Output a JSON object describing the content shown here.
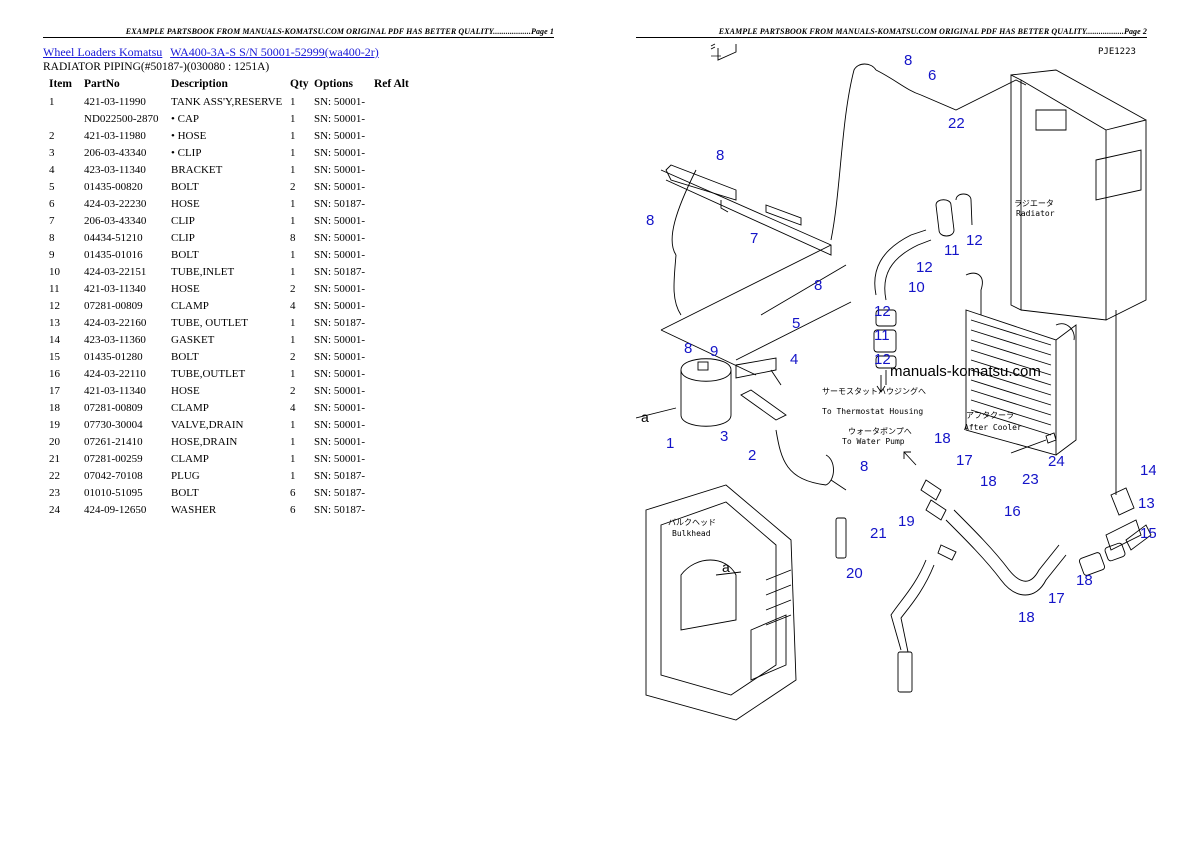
{
  "page1_header": "EXAMPLE PARTSBOOK FROM MANUALS-KOMATSU.COM ORIGINAL PDF HAS BETTER QUALITY..................Page 1",
  "page2_header": "EXAMPLE PARTSBOOK FROM MANUALS-KOMATSU.COM ORIGINAL PDF HAS BETTER QUALITY..................Page 2",
  "breadcrumb": {
    "link1": "Wheel Loaders Komatsu",
    "link2": "WA400-3A-S S/N 50001-52999(wa400-2r)"
  },
  "section_title": "RADIATOR PIPING(#50187-)(030080 : 1251A)",
  "table": {
    "headers": [
      "Item",
      "PartNo",
      "Description",
      "Qty",
      "Options",
      "Ref Alt"
    ],
    "rows": [
      [
        "1",
        "421-03-11990",
        "TANK ASS'Y,RESERVE",
        "1",
        "SN: 50001-"
      ],
      [
        "",
        "ND022500-2870",
        "• CAP",
        "1",
        "SN: 50001-"
      ],
      [
        "2",
        "421-03-11980",
        "• HOSE",
        "1",
        "SN: 50001-"
      ],
      [
        "3",
        "206-03-43340",
        "• CLIP",
        "1",
        "SN: 50001-"
      ],
      [
        "4",
        "423-03-11340",
        "BRACKET",
        "1",
        "SN: 50001-"
      ],
      [
        "5",
        "01435-00820",
        "BOLT",
        "2",
        "SN: 50001-"
      ],
      [
        "6",
        "424-03-22230",
        "HOSE",
        "1",
        "SN: 50187-"
      ],
      [
        "7",
        "206-03-43340",
        "CLIP",
        "1",
        "SN: 50001-"
      ],
      [
        "8",
        "04434-51210",
        "CLIP",
        "8",
        "SN: 50001-"
      ],
      [
        "9",
        "01435-01016",
        "BOLT",
        "1",
        "SN: 50001-"
      ],
      [
        "10",
        "424-03-22151",
        "TUBE,INLET",
        "1",
        "SN: 50187-"
      ],
      [
        "11",
        "421-03-11340",
        "HOSE",
        "2",
        "SN: 50001-"
      ],
      [
        "12",
        "07281-00809",
        "CLAMP",
        "4",
        "SN: 50001-"
      ],
      [
        "13",
        "424-03-22160",
        "TUBE, OUTLET",
        "1",
        "SN: 50187-"
      ],
      [
        "14",
        "423-03-11360",
        "GASKET",
        "1",
        "SN: 50001-"
      ],
      [
        "15",
        "01435-01280",
        "BOLT",
        "2",
        "SN: 50001-"
      ],
      [
        "16",
        "424-03-22110",
        "TUBE,OUTLET",
        "1",
        "SN: 50001-"
      ],
      [
        "17",
        "421-03-11340",
        "HOSE",
        "2",
        "SN: 50001-"
      ],
      [
        "18",
        "07281-00809",
        "CLAMP",
        "4",
        "SN: 50001-"
      ],
      [
        "19",
        "07730-30004",
        "VALVE,DRAIN",
        "1",
        "SN: 50001-"
      ],
      [
        "20",
        "07261-21410",
        "HOSE,DRAIN",
        "1",
        "SN: 50001-"
      ],
      [
        "21",
        "07281-00259",
        "CLAMP",
        "1",
        "SN: 50001-"
      ],
      [
        "22",
        "07042-70108",
        "PLUG",
        "1",
        "SN: 50187-"
      ],
      [
        "23",
        "01010-51095",
        "BOLT",
        "6",
        "SN: 50187-"
      ],
      [
        "24",
        "424-09-12650",
        "WASHER",
        "6",
        "SN: 50187-"
      ]
    ]
  },
  "diagram": {
    "code": "PJE1223",
    "watermark": "manuals-komatsu.com",
    "jp_radiator": "ラジエータ",
    "radiator": "Radiator",
    "jp_thermostat": "サーモスタットハウジングへ",
    "to_thermostat": "To Thermostat Housing",
    "jp_water_pump": "ウォータポンプへ",
    "to_water_pump": "To Water Pump",
    "jp_aftercooler": "アフタクーラ",
    "after_cooler": "After Cooler",
    "jp_bulkhead": "バルクヘッド",
    "bulkhead": "Bulkhead",
    "view_a": "a",
    "callouts": [
      "8",
      "6",
      "8",
      "22",
      "8",
      "7",
      "11",
      "12",
      "12",
      "10",
      "8",
      "5",
      "12",
      "11",
      "12",
      "8",
      "9",
      "4",
      "1",
      "3",
      "2",
      "18",
      "17",
      "23",
      "24",
      "14",
      "8",
      "18",
      "13",
      "16",
      "15",
      "19",
      "21",
      "20",
      "18",
      "17",
      "18"
    ]
  }
}
